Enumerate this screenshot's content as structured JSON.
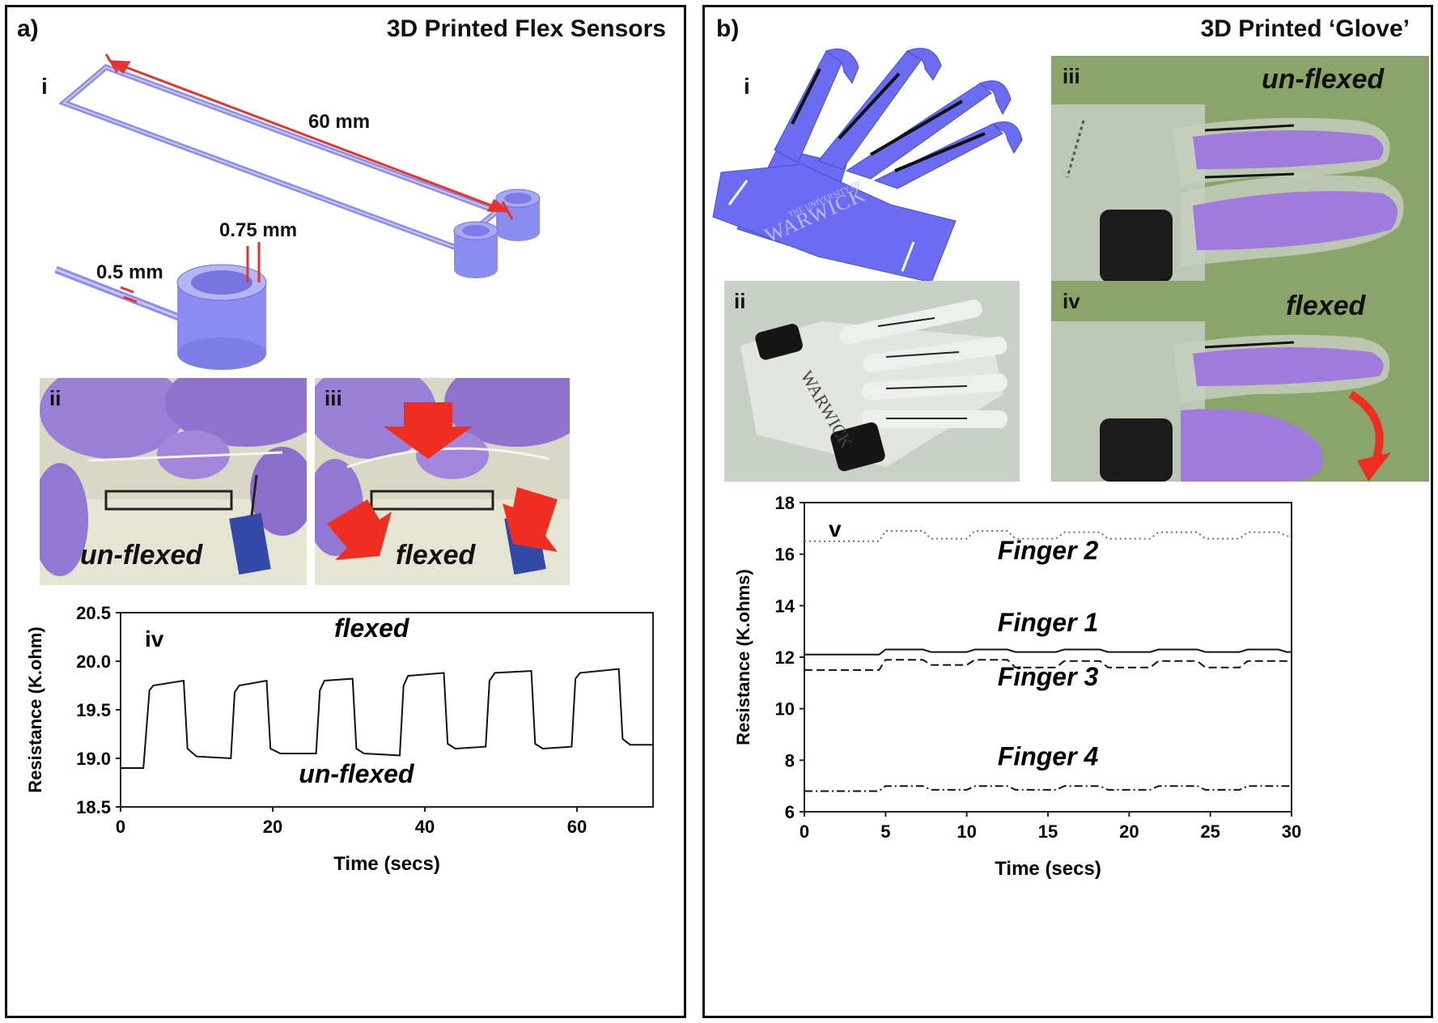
{
  "panel_a": {
    "letter": "a)",
    "title": "3D Printed Flex Sensors",
    "sub_i": "i",
    "dim_length": "60 mm",
    "dim_wall": "0.75 mm",
    "dim_channel": "0.5 mm",
    "photo_ii": {
      "sub": "ii",
      "label": "un-flexed"
    },
    "photo_iii": {
      "sub": "iii",
      "label": "flexed"
    }
  },
  "panel_b": {
    "letter": "b)",
    "title": "3D Printed ‘Glove’",
    "sub_i": "i",
    "logo_text": "WARWICK",
    "logo_small": "THE UNIVERSITY OF",
    "photo_ii": {
      "sub": "ii"
    },
    "photo_iii": {
      "sub": "iii",
      "label": "un-flexed"
    },
    "photo_iv": {
      "sub": "iv",
      "label": "flexed"
    }
  },
  "colors": {
    "sensor_blue": "#8b8cf0",
    "dimension_red": "#e8332a",
    "glove_blue": "#6a6cf2",
    "glove_photo_bg": "#8aa56a",
    "glove_photo_bg2": "#c9d0c8",
    "arrow_red": "#f02e1f"
  },
  "chart_data": [
    {
      "id": "a-iv",
      "type": "line",
      "panel_label": "iv",
      "xlabel": "Time (secs)",
      "ylabel": "Resistance (K.ohm)",
      "xlim": [
        0,
        70
      ],
      "ylim": [
        18.5,
        20.5
      ],
      "xticks": [
        "0",
        "20",
        "40",
        "60"
      ],
      "yticks": [
        "18.5",
        "19.0",
        "19.5",
        "20.0",
        "20.5"
      ],
      "grid": false,
      "annotations": [
        "flexed",
        "un-flexed"
      ],
      "series": [
        {
          "x": [
            0,
            3,
            3.8,
            4.3,
            8.3,
            8.8,
            10,
            14.5,
            15,
            15.6,
            19.2,
            19.7,
            21,
            25.7,
            26.2,
            26.8,
            30.5,
            31,
            32,
            36.7,
            37.2,
            37.8,
            42.5,
            43,
            44,
            48,
            48.5,
            49.2,
            54,
            54.5,
            55.5,
            59.3,
            59.8,
            60.4,
            65.5,
            66,
            67,
            70
          ],
          "y": [
            18.9,
            18.9,
            19.7,
            19.75,
            19.8,
            19.1,
            19.02,
            19.0,
            19.68,
            19.75,
            19.8,
            19.1,
            19.05,
            19.05,
            19.7,
            19.8,
            19.82,
            19.1,
            19.05,
            19.03,
            19.75,
            19.85,
            19.88,
            19.15,
            19.1,
            19.12,
            19.8,
            19.88,
            19.9,
            19.15,
            19.1,
            19.12,
            19.82,
            19.88,
            19.92,
            19.2,
            19.14,
            19.14
          ]
        }
      ]
    },
    {
      "id": "b-v",
      "type": "line",
      "panel_label": "v",
      "xlabel": "Time (secs)",
      "ylabel": "Resistance (K.ohms)",
      "xlim": [
        0,
        30
      ],
      "ylim": [
        6,
        18
      ],
      "xticks": [
        "0",
        "5",
        "10",
        "15",
        "20",
        "25",
        "30"
      ],
      "yticks": [
        "6",
        "8",
        "10",
        "12",
        "14",
        "16",
        "18"
      ],
      "grid": false,
      "series": [
        {
          "name": "Finger 2",
          "style": "dotted",
          "x": [
            0,
            4.6,
            5,
            7.3,
            7.8,
            10,
            10.5,
            12.5,
            13,
            15.5,
            16,
            18.2,
            18.7,
            21.3,
            21.8,
            24.2,
            24.7,
            26.8,
            27.3,
            29.2,
            29.7,
            30
          ],
          "y": [
            16.5,
            16.5,
            16.9,
            16.9,
            16.6,
            16.6,
            16.9,
            16.9,
            16.6,
            16.6,
            16.85,
            16.85,
            16.6,
            16.6,
            16.85,
            16.85,
            16.6,
            16.6,
            16.85,
            16.85,
            16.7,
            16.7
          ]
        },
        {
          "name": "Finger 1",
          "style": "solid",
          "x": [
            0,
            4.6,
            5,
            7.3,
            7.8,
            10,
            10.5,
            12.5,
            13,
            15.5,
            16,
            18.2,
            18.7,
            21.3,
            21.8,
            24.2,
            24.7,
            26.8,
            27.3,
            29.2,
            29.7,
            30
          ],
          "y": [
            12.1,
            12.1,
            12.3,
            12.3,
            12.2,
            12.2,
            12.3,
            12.3,
            12.2,
            12.2,
            12.3,
            12.3,
            12.2,
            12.2,
            12.3,
            12.3,
            12.2,
            12.2,
            12.3,
            12.3,
            12.2,
            12.2
          ]
        },
        {
          "name": "Finger 3",
          "style": "dashed",
          "x": [
            0,
            4.6,
            5,
            7.3,
            7.8,
            10,
            10.5,
            12.5,
            13,
            15.5,
            16,
            18.2,
            18.7,
            21.3,
            21.8,
            24.2,
            24.7,
            26.8,
            27.3,
            29.2,
            29.7,
            30
          ],
          "y": [
            11.5,
            11.5,
            11.9,
            11.9,
            11.7,
            11.7,
            11.9,
            11.9,
            11.6,
            11.6,
            11.85,
            11.85,
            11.6,
            11.6,
            11.85,
            11.85,
            11.6,
            11.6,
            11.85,
            11.85,
            11.85,
            11.85
          ]
        },
        {
          "name": "Finger 4",
          "style": "dashdot",
          "x": [
            0,
            4.6,
            5,
            7.3,
            7.8,
            10,
            10.5,
            12.5,
            13,
            15.5,
            16,
            18.2,
            18.7,
            21.3,
            21.8,
            24.2,
            24.7,
            26.8,
            27.3,
            29.2,
            29.7,
            30
          ],
          "y": [
            6.8,
            6.8,
            7.0,
            7.0,
            6.85,
            6.85,
            7.0,
            7.0,
            6.85,
            6.85,
            7.0,
            7.0,
            6.85,
            6.85,
            7.0,
            7.0,
            6.85,
            6.85,
            7.0,
            7.0,
            7.0,
            7.0
          ]
        }
      ]
    }
  ]
}
